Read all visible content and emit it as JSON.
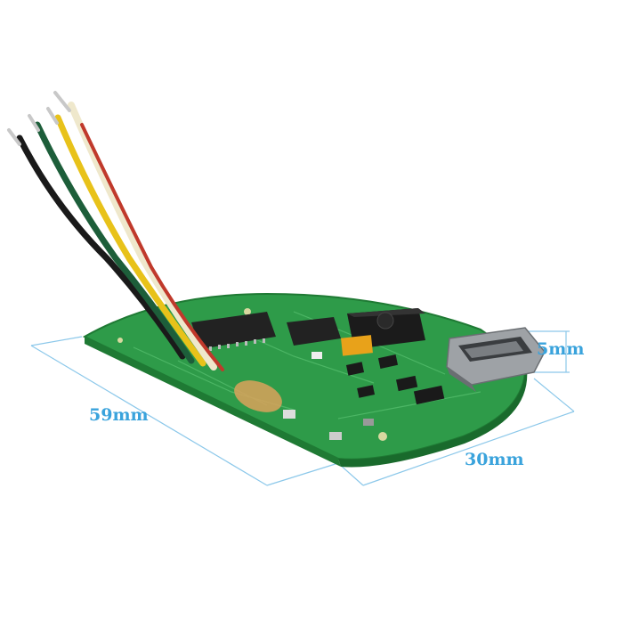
{
  "dimensions": {
    "length": "59mm",
    "width": "30mm",
    "height": "5mm"
  },
  "colors": {
    "pcb": "#2e9b49",
    "pcb_edge": "#1f7a34",
    "dimension_lines": "#8cc8ea",
    "label": "#3aa3dc",
    "wire_black": "#1a1a1a",
    "wire_green": "#1d5e3a",
    "wire_yellow": "#e8c21a",
    "wire_white": "#efe8cc",
    "wire_red": "#c0392b"
  }
}
